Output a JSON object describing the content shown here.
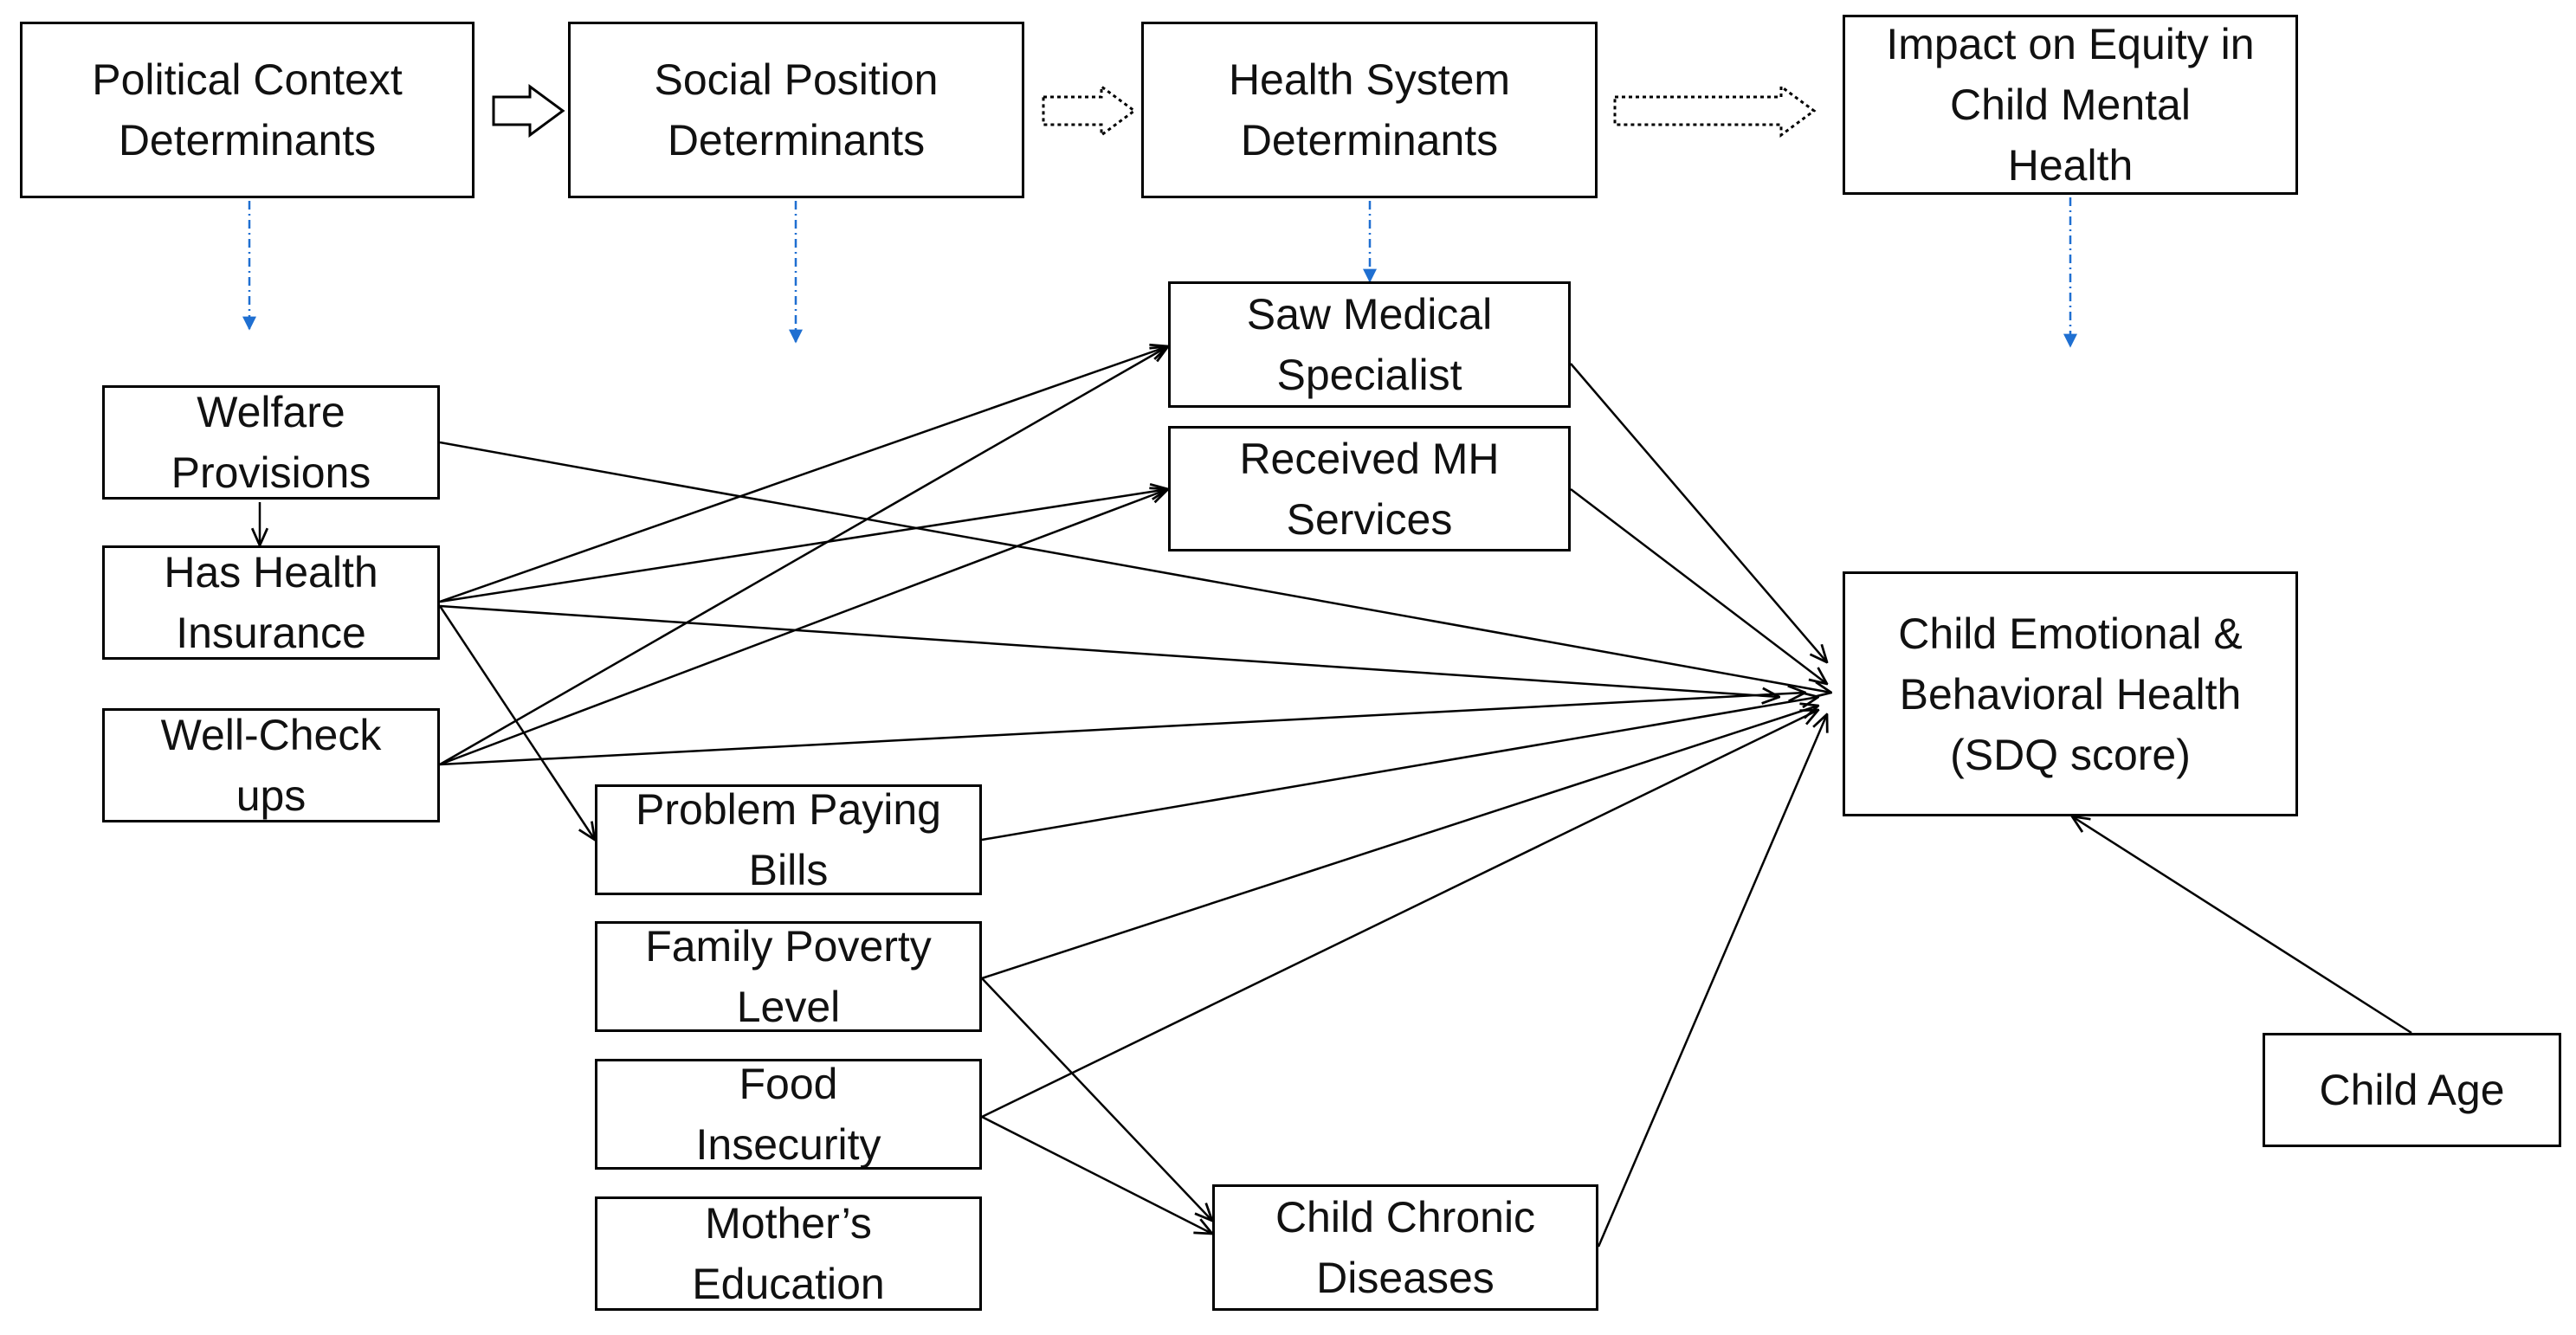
{
  "nodes": {
    "political_context": "Political Context\nDeterminants",
    "social_position": "Social Position\nDeterminants",
    "health_system": "Health System\nDeterminants",
    "impact_equity": "Impact on Equity in\nChild Mental\nHealth",
    "welfare_provisions": "Welfare\nProvisions",
    "has_health_insurance": "Has Health\nInsurance",
    "well_check_ups": "Well-Check\nups",
    "problem_paying_bills": "Problem Paying\nBills",
    "family_poverty_level": "Family Poverty\nLevel",
    "food_insecurity": "Food\nInsecurity",
    "mothers_education": "Mother’s\nEducation",
    "saw_medical_specialist": "Saw Medical\nSpecialist",
    "received_mh_services": "Received MH\nServices",
    "child_chronic_diseases": "Child Chronic\nDiseases",
    "child_emotional_behavioral_health": "Child Emotional &\nBehavioral Health\n(SDQ score)",
    "child_age": "Child Age"
  },
  "edges": [
    {
      "from": "welfare_provisions",
      "to": "has_health_insurance"
    },
    {
      "from": "welfare_provisions",
      "to": "child_emotional_behavioral_health"
    },
    {
      "from": "has_health_insurance",
      "to": "saw_medical_specialist"
    },
    {
      "from": "has_health_insurance",
      "to": "received_mh_services"
    },
    {
      "from": "has_health_insurance",
      "to": "child_emotional_behavioral_health"
    },
    {
      "from": "has_health_insurance",
      "to": "problem_paying_bills"
    },
    {
      "from": "well_check_ups",
      "to": "saw_medical_specialist"
    },
    {
      "from": "well_check_ups",
      "to": "received_mh_services"
    },
    {
      "from": "well_check_ups",
      "to": "child_emotional_behavioral_health"
    },
    {
      "from": "problem_paying_bills",
      "to": "child_emotional_behavioral_health"
    },
    {
      "from": "family_poverty_level",
      "to": "child_emotional_behavioral_health"
    },
    {
      "from": "family_poverty_level",
      "to": "child_chronic_diseases"
    },
    {
      "from": "food_insecurity",
      "to": "child_emotional_behavioral_health"
    },
    {
      "from": "food_insecurity",
      "to": "child_chronic_diseases"
    },
    {
      "from": "saw_medical_specialist",
      "to": "child_emotional_behavioral_health"
    },
    {
      "from": "received_mh_services",
      "to": "child_emotional_behavioral_health"
    },
    {
      "from": "child_chronic_diseases",
      "to": "child_emotional_behavioral_health"
    },
    {
      "from": "child_age",
      "to": "child_emotional_behavioral_health"
    }
  ],
  "colors": {
    "line": "#000000",
    "dashed_arrow": "#1f6fd1",
    "box_border": "#000000",
    "background": "#ffffff"
  }
}
